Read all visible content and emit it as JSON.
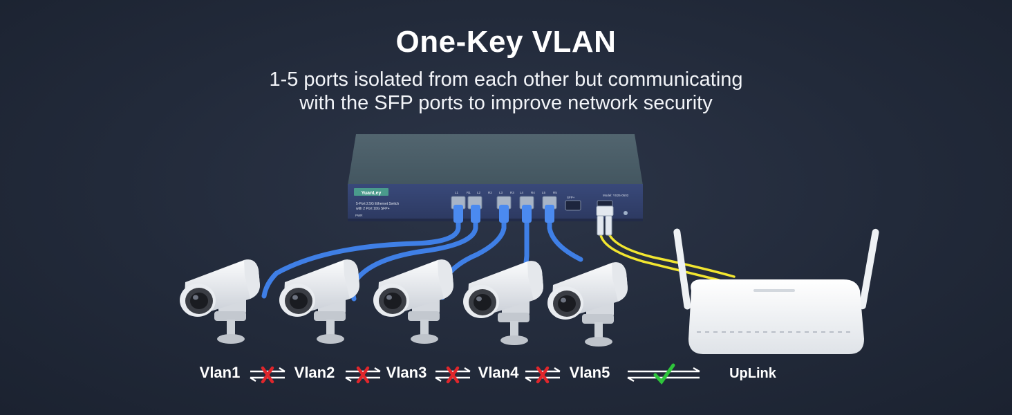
{
  "header": {
    "title": "One-Key VLAN",
    "subtitle_line1": "1-5 ports isolated from each other but communicating",
    "subtitle_line2": "with the SFP ports to improve network security"
  },
  "switch": {
    "brand": "YuanLey",
    "description_line1": "5-Port 2.5G Ethernet Switch",
    "description_line2": "with 2 Port 10G SFP+",
    "port_labels": [
      "L1",
      "R1",
      "L2",
      "R2",
      "L3",
      "R3",
      "L4",
      "R4",
      "L5",
      "R5"
    ],
    "sfp_label": "SFP+",
    "model": "Model: YS25-0502",
    "pwr": "PWR"
  },
  "labels": {
    "vlan1": "Vlan1",
    "vlan2": "Vlan2",
    "vlan3": "Vlan3",
    "vlan4": "Vlan4",
    "vlan5": "Vlan5",
    "uplink": "UpLink"
  },
  "colors": {
    "ethernet_cable": "#3f7fe6",
    "fiber_cable": "#f2e630",
    "blocked_mark": "#e0262b",
    "allowed_mark": "#2ec53b",
    "switch_body": "#4d5f6a",
    "switch_front": "#33416b"
  },
  "icons": [
    "camera-icon",
    "switch-icon",
    "router-icon",
    "blocked-icon",
    "allowed-icon"
  ]
}
